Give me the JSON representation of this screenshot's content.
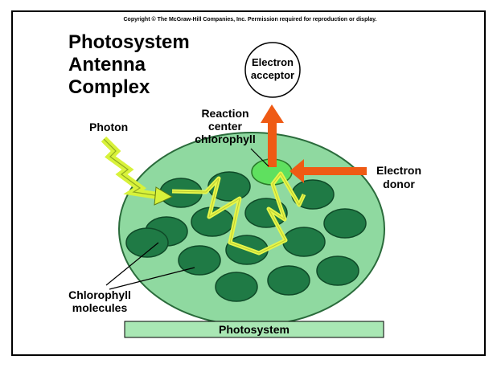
{
  "copyright": "Copyright © The McGraw-Hill Companies, Inc. Permission required for reproduction or display.",
  "title_lines": [
    "Photosystem",
    "Antenna",
    "Complex"
  ],
  "labels": {
    "photon": "Photon",
    "reaction_center": [
      "Reaction",
      "center",
      "chlorophyll"
    ],
    "electron_acceptor": [
      "Electron",
      "acceptor"
    ],
    "electron_donor": [
      "Electron",
      "donor"
    ],
    "chlorophyll_molecules": [
      "Chlorophyll",
      "molecules"
    ],
    "photosystem": "Photosystem"
  },
  "colors": {
    "disc": "#8fd9a0",
    "molecule": "#1f7a45",
    "reaction_center": "#5fe05f",
    "energy_path": "#e6f64a",
    "arrow": "#ef5a14",
    "bar": "#a9e7b4"
  },
  "icons": [
    "photon-zigzag-arrow",
    "electron-transfer-arrow-up",
    "electron-transfer-arrow-left"
  ]
}
